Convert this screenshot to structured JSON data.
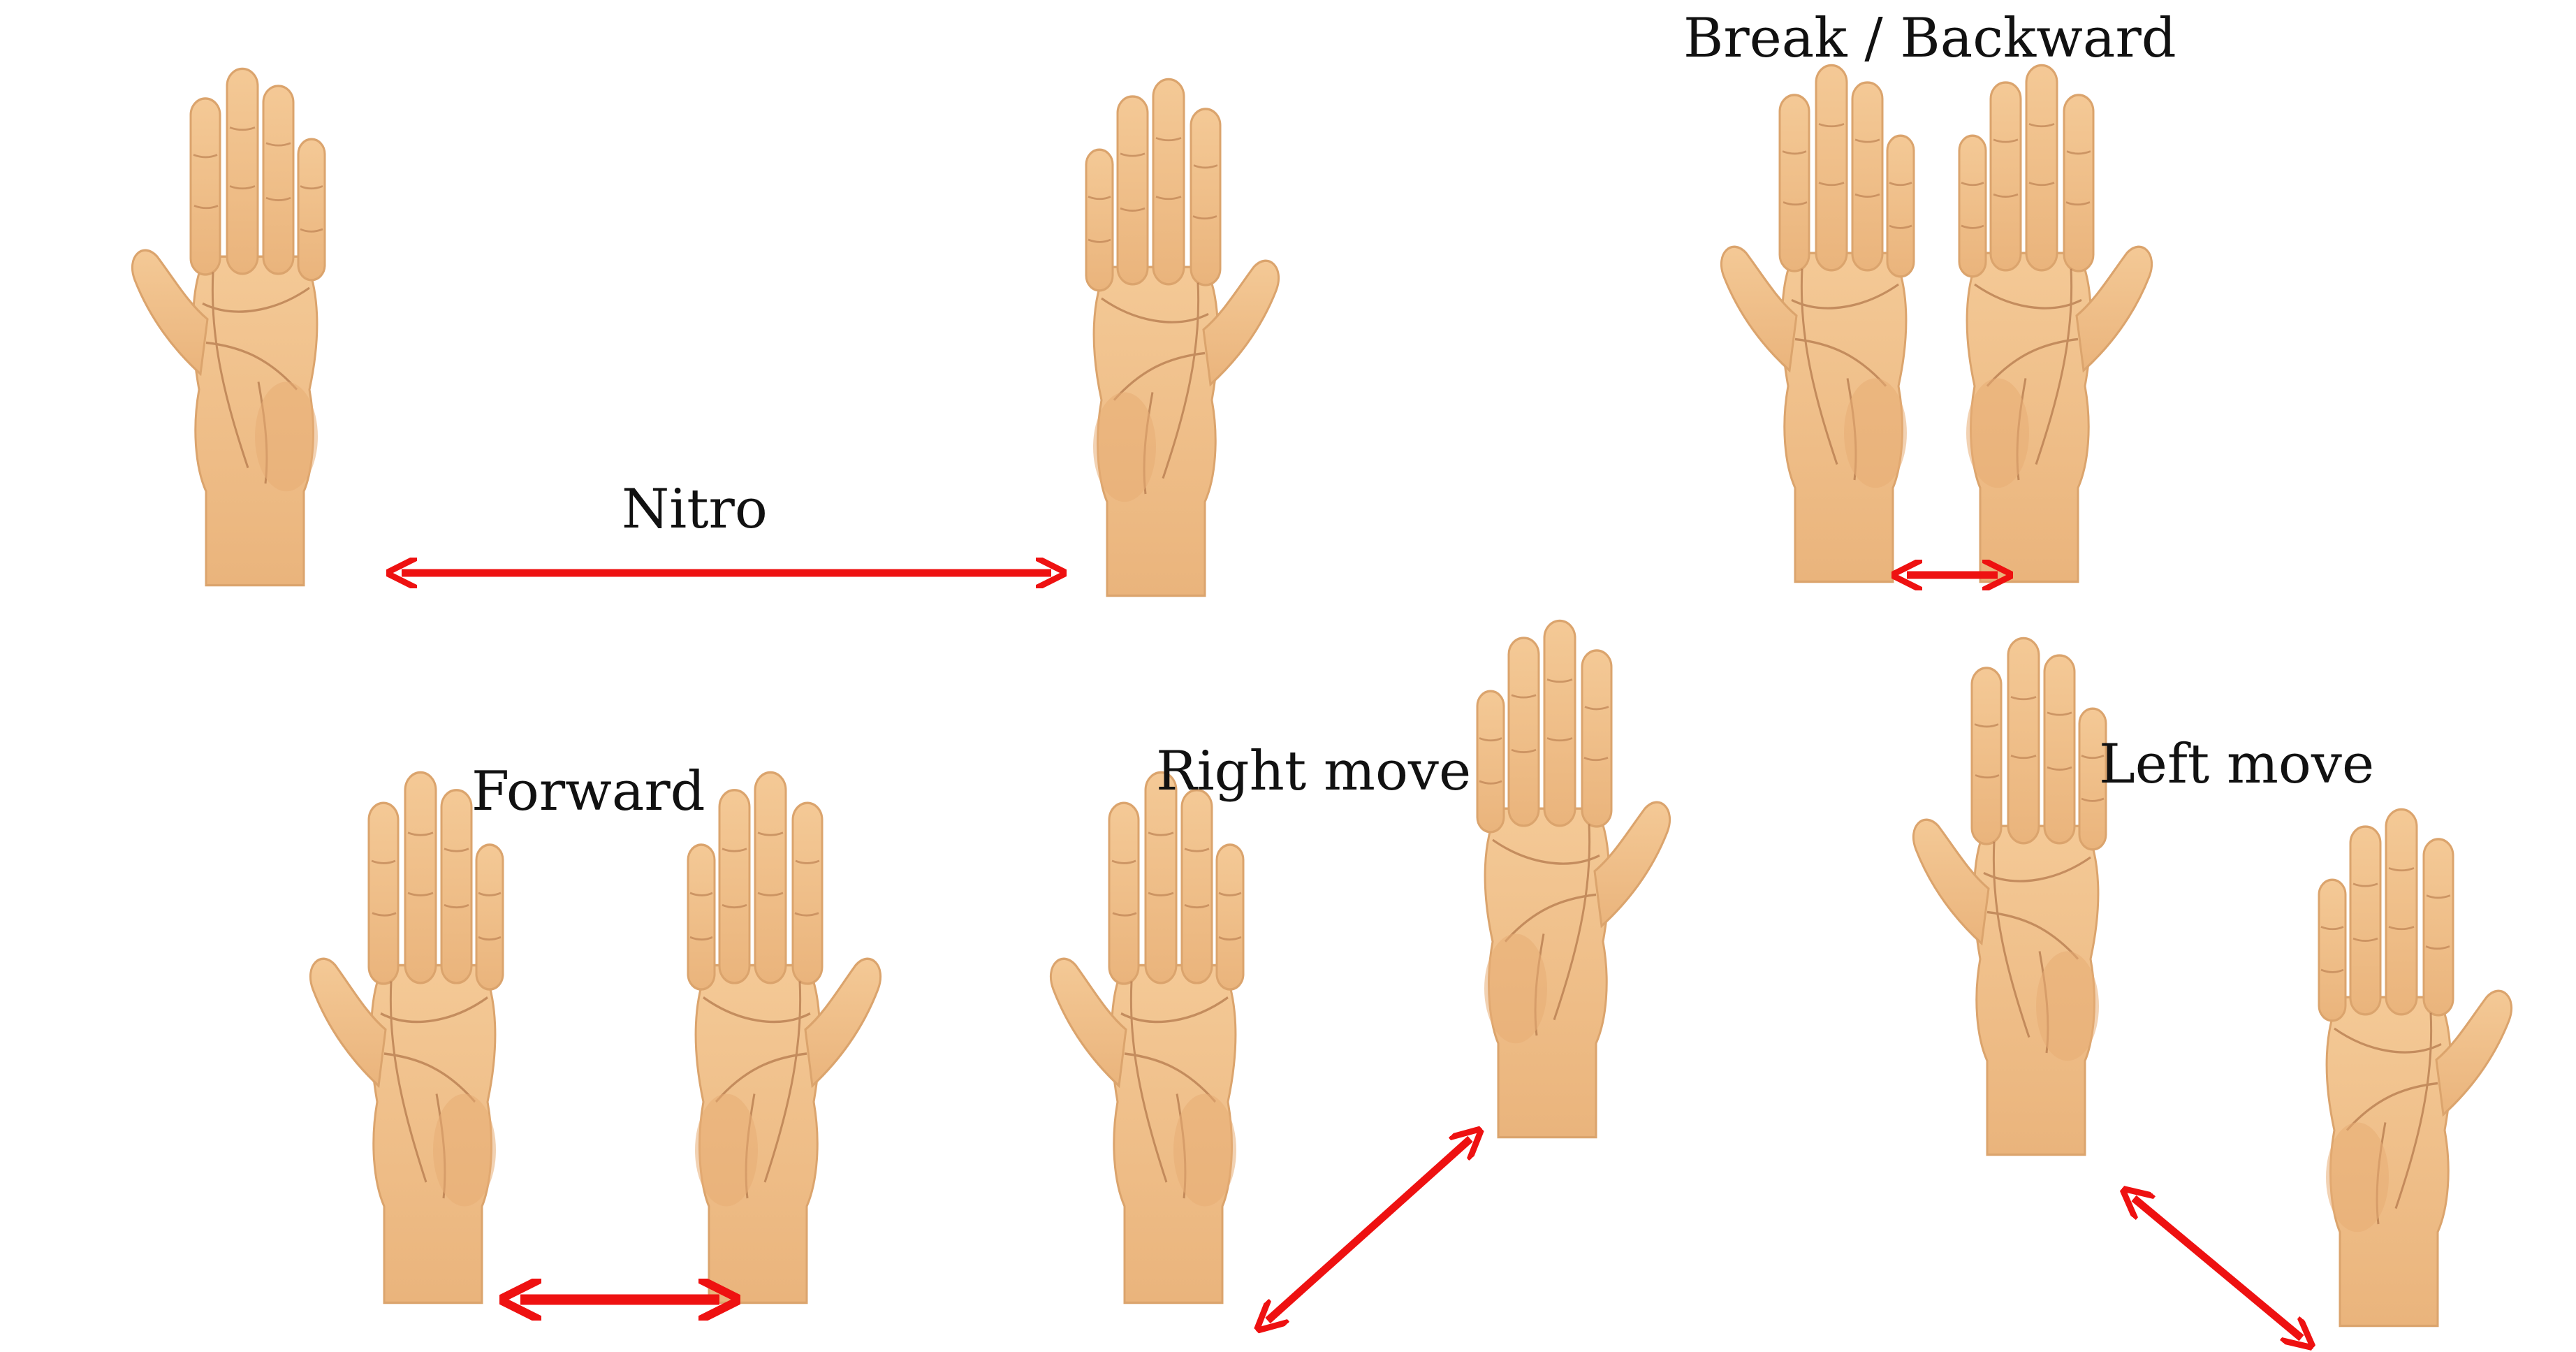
{
  "gestures": [
    {
      "id": "nitro",
      "label": "Nitro"
    },
    {
      "id": "break-backward",
      "label": "Break / Backward"
    },
    {
      "id": "forward",
      "label": "Forward"
    },
    {
      "id": "right-move",
      "label": "Right move"
    },
    {
      "id": "left-move",
      "label": "Left move"
    }
  ],
  "colors": {
    "skin": "#f1c089",
    "skin_shadow": "#dba46d",
    "crease": "#b57a4d",
    "arrow": "#ee1111",
    "text": "#111111"
  }
}
